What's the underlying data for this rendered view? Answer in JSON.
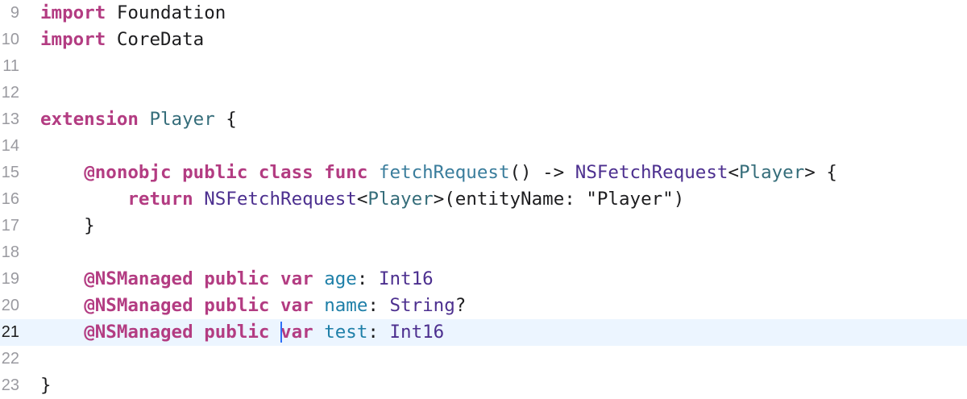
{
  "editor": {
    "lines": [
      {
        "number": "9",
        "tokens": [
          {
            "kind": "kw",
            "text": "import"
          },
          {
            "kind": "plain",
            "text": " Foundation"
          }
        ]
      },
      {
        "number": "10",
        "tokens": [
          {
            "kind": "kw",
            "text": "import"
          },
          {
            "kind": "plain",
            "text": " CoreData"
          }
        ]
      },
      {
        "number": "11",
        "tokens": []
      },
      {
        "number": "12",
        "tokens": []
      },
      {
        "number": "13",
        "tokens": [
          {
            "kind": "kw",
            "text": "extension"
          },
          {
            "kind": "plain",
            "text": " "
          },
          {
            "kind": "ctype",
            "text": "Player"
          },
          {
            "kind": "plain",
            "text": " {"
          }
        ]
      },
      {
        "number": "14",
        "tokens": []
      },
      {
        "number": "15",
        "tokens": [
          {
            "kind": "plain",
            "text": "    "
          },
          {
            "kind": "kw",
            "text": "@nonobjc public class func"
          },
          {
            "kind": "plain",
            "text": " "
          },
          {
            "kind": "func",
            "text": "fetchRequest"
          },
          {
            "kind": "plain",
            "text": "() -> "
          },
          {
            "kind": "type",
            "text": "NSFetchRequest"
          },
          {
            "kind": "plain",
            "text": "<"
          },
          {
            "kind": "ctype",
            "text": "Player"
          },
          {
            "kind": "plain",
            "text": "> {"
          }
        ]
      },
      {
        "number": "16",
        "tokens": [
          {
            "kind": "plain",
            "text": "        "
          },
          {
            "kind": "kw",
            "text": "return"
          },
          {
            "kind": "plain",
            "text": " "
          },
          {
            "kind": "type",
            "text": "NSFetchRequest"
          },
          {
            "kind": "plain",
            "text": "<"
          },
          {
            "kind": "ctype",
            "text": "Player"
          },
          {
            "kind": "plain",
            "text": ">(entityName: "
          },
          {
            "kind": "str",
            "text": "\"Player\""
          },
          {
            "kind": "plain",
            "text": ")"
          }
        ]
      },
      {
        "number": "17",
        "tokens": [
          {
            "kind": "plain",
            "text": "    }"
          }
        ]
      },
      {
        "number": "18",
        "tokens": []
      },
      {
        "number": "19",
        "tokens": [
          {
            "kind": "plain",
            "text": "    "
          },
          {
            "kind": "kw",
            "text": "@NSManaged public var"
          },
          {
            "kind": "plain",
            "text": " "
          },
          {
            "kind": "prop",
            "text": "age"
          },
          {
            "kind": "plain",
            "text": ": "
          },
          {
            "kind": "type",
            "text": "Int16"
          }
        ]
      },
      {
        "number": "20",
        "tokens": [
          {
            "kind": "plain",
            "text": "    "
          },
          {
            "kind": "kw",
            "text": "@NSManaged public var"
          },
          {
            "kind": "plain",
            "text": " "
          },
          {
            "kind": "prop",
            "text": "name"
          },
          {
            "kind": "plain",
            "text": ": "
          },
          {
            "kind": "type",
            "text": "String"
          },
          {
            "kind": "plain",
            "text": "?"
          }
        ]
      },
      {
        "number": "21",
        "current": true,
        "tokens": [
          {
            "kind": "plain",
            "text": "    "
          },
          {
            "kind": "kw",
            "text": "@NSManaged public "
          },
          {
            "kind": "cursor",
            "text": ""
          },
          {
            "kind": "kw",
            "text": "var"
          },
          {
            "kind": "plain",
            "text": " "
          },
          {
            "kind": "prop",
            "text": "test"
          },
          {
            "kind": "plain",
            "text": ": "
          },
          {
            "kind": "type",
            "text": "Int16"
          }
        ]
      },
      {
        "number": "22",
        "tokens": []
      },
      {
        "number": "23",
        "tokens": [
          {
            "kind": "plain",
            "text": "}"
          }
        ]
      }
    ]
  }
}
